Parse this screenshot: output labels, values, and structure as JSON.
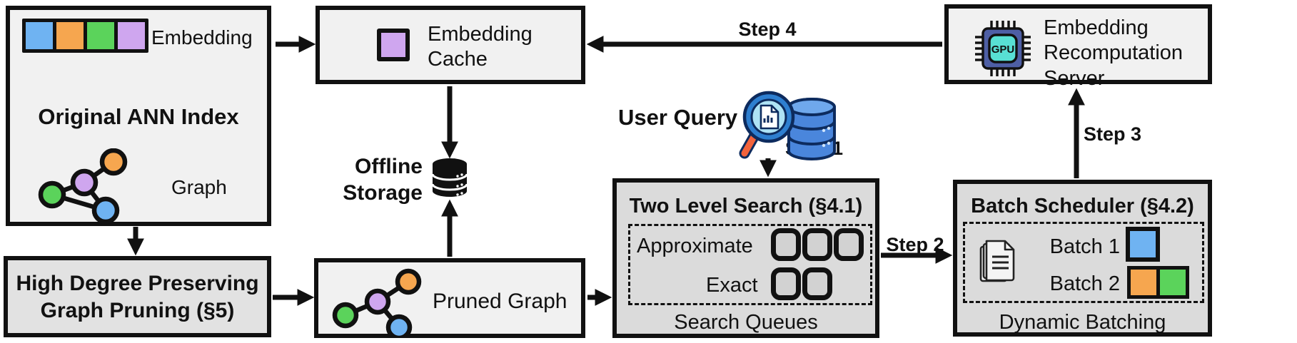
{
  "figure": {
    "original_index": {
      "embedding_label": "Embedding",
      "title": "Original ANN Index",
      "graph_label": "Graph"
    },
    "embedding_cache": {
      "label": "Embedding\nCache"
    },
    "recomputation_server": {
      "label": "Embedding\nRecomputation\nServer",
      "gpu_chip_label": "GPU"
    },
    "offline_storage": {
      "label": "Offline\nStorage"
    },
    "user_query": {
      "label": "User Query"
    },
    "high_degree_pruning": {
      "label": "High Degree Preserving\nGraph Pruning (§5)"
    },
    "pruned_graph": {
      "label": "Pruned Graph"
    },
    "two_level_search": {
      "title": "Two Level Search (§4.1)",
      "approximate_label": "Approximate",
      "exact_label": "Exact",
      "caption": "Search Queues"
    },
    "batch_scheduler": {
      "title": "Batch Scheduler (§4.2)",
      "batch1_label": "Batch 1",
      "batch2_label": "Batch 2",
      "caption": "Dynamic Batching"
    },
    "steps": {
      "step1": "Step 1",
      "step2": "Step 2",
      "step3": "Step 3",
      "step4": "Step 4"
    },
    "colors": {
      "blue": "#6FB3F2",
      "orange": "#F6A64F",
      "green": "#5BD35B",
      "purple": "#CFA6EF",
      "box_light": "#F1F1F1",
      "box_mid": "#E2E2E2",
      "box_dark": "#DBDBDB",
      "chip_body": "#4E5FA5",
      "chip_inner": "#58E0D4",
      "handle_orange": "#F2633C",
      "query_ring": "#2E7FD0",
      "query_lens": "#AEE3F5",
      "db_blue": "#4A86DC",
      "db_blue_light": "#6FA8EC",
      "outline_navy": "#0D2B5E"
    }
  }
}
